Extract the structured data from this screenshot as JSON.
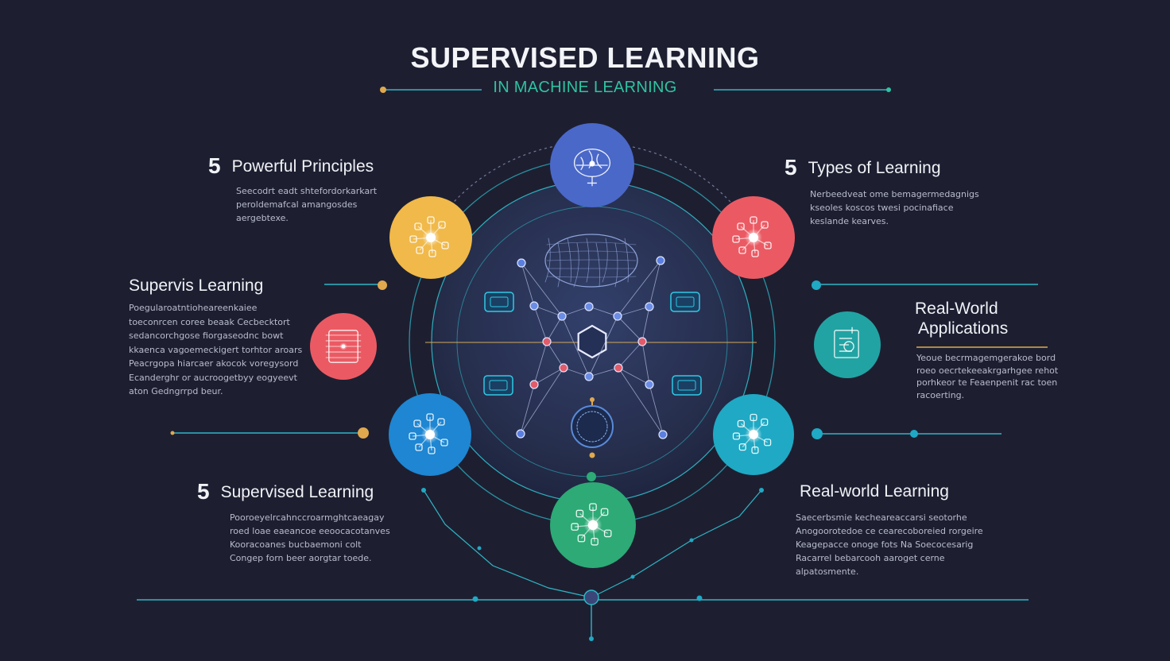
{
  "header": {
    "title": "SUPERVISED LEARNING",
    "subtitle": "IN MACHINE LEARNING"
  },
  "colors": {
    "background": "#1d1f31",
    "yellow": "#f0b94a",
    "blue": "#4a68c8",
    "coral": "#eb5a63",
    "azure": "#1e86d2",
    "teal": "#22a3a3",
    "cyan": "#1fa9c4",
    "green": "#2daa76",
    "accent_line": "#2fb6c4",
    "gold": "#e0a94e"
  },
  "sections": {
    "principles": {
      "number": "5",
      "heading": "Powerful Principles",
      "lines": [
        "Seecodrt eadt shtefordorkarkart",
        "peroldemafcal amangosdes",
        "aergebtexe."
      ]
    },
    "types": {
      "number": "5",
      "heading": "Types of Learning",
      "lines": [
        "Nerbeedveat ome bemagermedagnigs",
        "kseoles koscos twesi pocinafiace",
        "keslande kearves."
      ]
    },
    "supervis": {
      "heading": "Supervis Learning",
      "lines": [
        "Poegularoatntioheareenkaiee",
        "toeconrcen coree beaak Cecbecktort",
        "sedancorchgose fiorgaseodnc bowt",
        "kkaenca vagoemeckigert torhtor aroars",
        "Peacrgopa hiarcaer akocok voregysord",
        "Ecanderghr or aucroogetbyy eogyeevt",
        "aton Gedngrrpd beur."
      ]
    },
    "applications": {
      "heading_line1": "Real-World",
      "heading_line2": "Applications",
      "lines": [
        "Yeoue becrmagemgerakoe bord",
        "roeo oecrtekeeakrgarhgee rehot",
        "porhkeor te Feaenpenit rac toen",
        "racoerting."
      ]
    },
    "supervised": {
      "number": "5",
      "heading": "Supervised Learning",
      "lines": [
        "Pooroeyelrcahnccroarmghtcaeagay",
        "roed loae eaeancoe eeoocacotanves",
        "Kooracoanes bucbaemoni colt",
        "Congep forn beer aorgtar toede."
      ]
    },
    "realworld": {
      "heading": "Real-world Learning",
      "lines": [
        "Saecerbsmie kecheareaccarsi seotorhe",
        "Anogoorotedoe ce cearecoboreied rorgeire",
        "Keagepacce onoge fots Na Soecocesarig",
        "Racarrel bebarcooh aaroget cerne",
        "alpatosmente."
      ]
    }
  },
  "icons": [
    {
      "id": "principles",
      "name": "brain-icon",
      "color": "#4a68c8",
      "glyph": "brain"
    },
    {
      "id": "yellow",
      "name": "network-nodes-icon",
      "color": "#f0b94a",
      "glyph": "nodes"
    },
    {
      "id": "coral-right",
      "name": "network-nodes-icon",
      "color": "#eb5a63",
      "glyph": "nodes"
    },
    {
      "id": "coral-left",
      "name": "circuit-chip-icon",
      "color": "#eb5a63",
      "glyph": "chip"
    },
    {
      "id": "teal",
      "name": "document-robot-icon",
      "color": "#22a3a3",
      "glyph": "doc"
    },
    {
      "id": "azure",
      "name": "network-nodes-icon",
      "color": "#1e86d2",
      "glyph": "nodes"
    },
    {
      "id": "cyan",
      "name": "network-nodes-icon",
      "color": "#1fa9c4",
      "glyph": "nodes"
    },
    {
      "id": "green",
      "name": "network-nodes-icon",
      "color": "#2daa76",
      "glyph": "nodes"
    }
  ]
}
